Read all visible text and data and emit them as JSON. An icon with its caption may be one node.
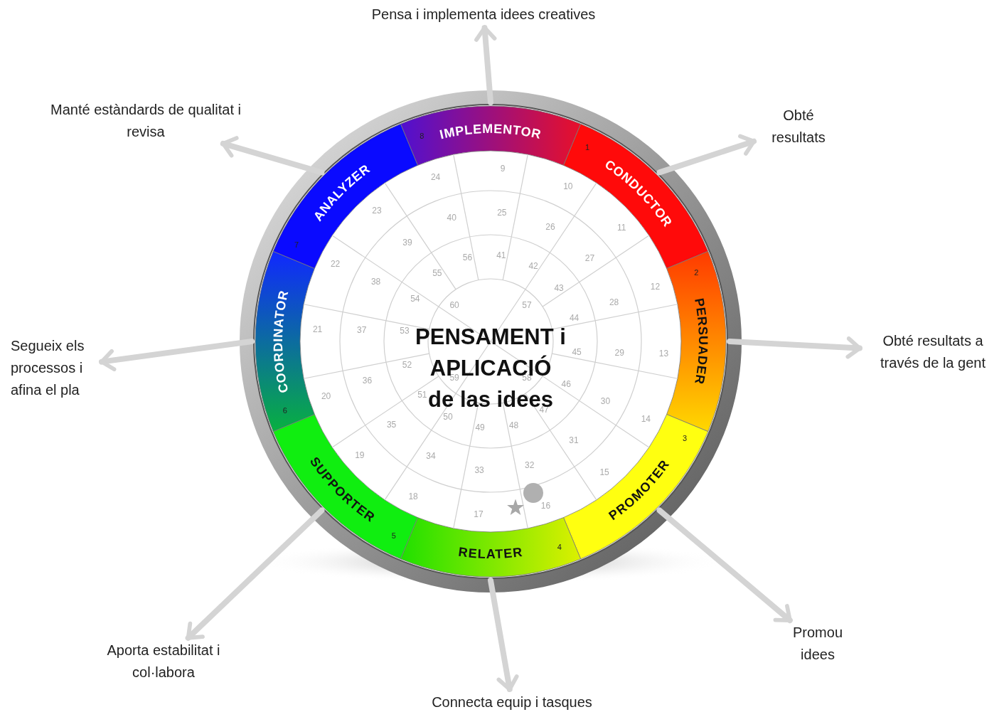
{
  "diagram": {
    "title": "PENSAMENT i APLICACIÓ de las idees",
    "nodes": [
      {
        "text": [
          "IMPLEMENTOR"
        ]
      },
      {
        "text": [
          "CONDUCTOR"
        ]
      },
      {
        "text": [
          "PERSUADER"
        ]
      },
      {
        "text": [
          "PROMOTER"
        ]
      },
      {
        "text": [
          "RELATER"
        ]
      },
      {
        "text": [
          "SUPPORTER"
        ]
      },
      {
        "text": [
          "COORDINATOR"
        ]
      },
      {
        "text": [
          "ANALYZER"
        ]
      },
      {
        "text": [
          "Pensa i implementa idees creatives"
        ]
      },
      {
        "text": [
          "Obté resultats"
        ]
      },
      {
        "text": [
          "Obté resultats a través de la gent"
        ]
      },
      {
        "text": [
          "Promou idees"
        ]
      },
      {
        "text": [
          "Connecta equip i tasques"
        ]
      },
      {
        "text": [
          "Aporta estabilitat i col·labora"
        ]
      },
      {
        "text": [
          "Segueix els processos i afina el pla"
        ]
      },
      {
        "text": [
          "Manté estàndards de qualitat i revisa"
        ]
      }
    ],
    "edges": [
      {
        "from": 0,
        "to": 8,
        "arrow": "to"
      },
      {
        "from": 1,
        "to": 9,
        "arrow": "to"
      },
      {
        "from": 2,
        "to": 10,
        "arrow": "to"
      },
      {
        "from": 3,
        "to": 11,
        "arrow": "to"
      },
      {
        "from": 4,
        "to": 12,
        "arrow": "to"
      },
      {
        "from": 5,
        "to": 13,
        "arrow": "to"
      },
      {
        "from": 6,
        "to": 14,
        "arrow": "to"
      },
      {
        "from": 7,
        "to": 15,
        "arrow": "to"
      }
    ],
    "labels": [
      "1",
      "2",
      "3",
      "4",
      "5",
      "6",
      "7",
      "8",
      "9",
      "10",
      "11",
      "12",
      "13",
      "14",
      "15",
      "16",
      "17",
      "18",
      "19",
      "20",
      "21",
      "22",
      "23",
      "24",
      "25",
      "26",
      "27",
      "28",
      "29",
      "30",
      "31",
      "32",
      "33",
      "34",
      "35",
      "36",
      "37",
      "38",
      "39",
      "40",
      "41",
      "42",
      "43",
      "44",
      "45",
      "46",
      "47",
      "48",
      "49",
      "50",
      "51",
      "52",
      "53",
      "54",
      "55",
      "56",
      "57",
      "58",
      "59",
      "60"
    ]
  }
}
